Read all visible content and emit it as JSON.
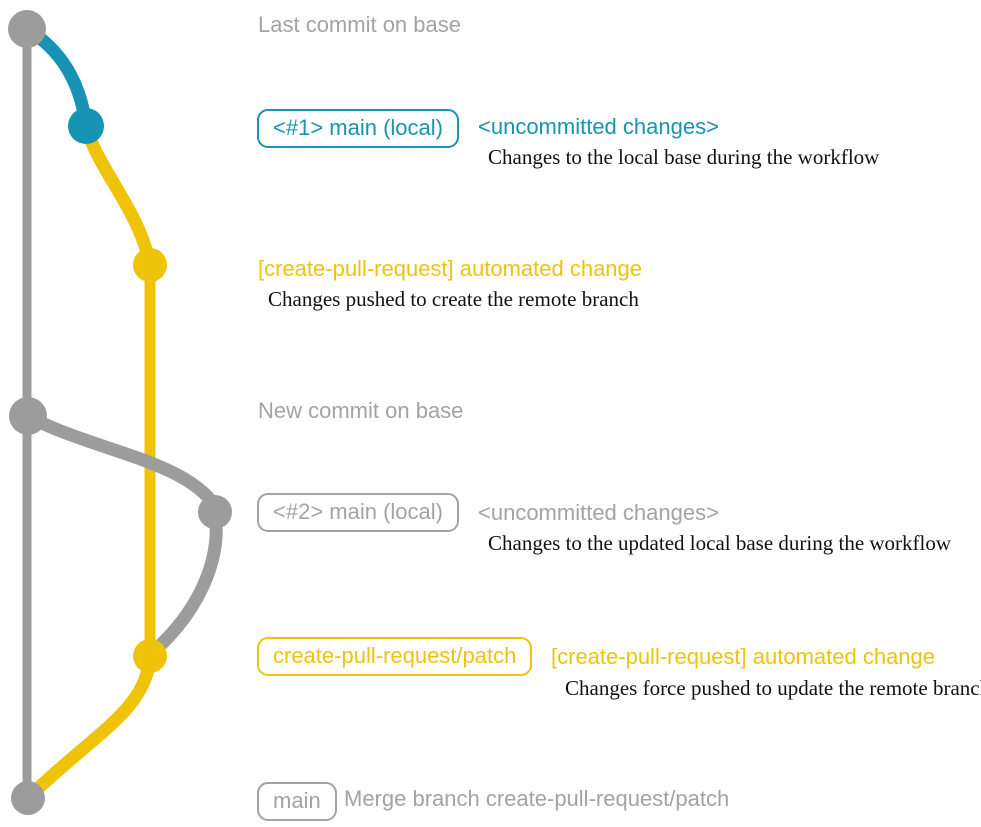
{
  "colors": {
    "teal": "#1793b5",
    "gold": "#f0c30b",
    "gray": "#9c9c9c",
    "gray-text": "#a3a3a3"
  },
  "annotations": {
    "last_commit_on_base": "Last commit on base",
    "new_commit_on_base": "New commit on base",
    "row1": {
      "branch_label": "<#1> main (local)",
      "status": "<uncommitted changes>",
      "caption": "Changes to the local base during the workflow"
    },
    "push1": {
      "label": "[create-pull-request] automated change",
      "caption": "Changes pushed to create the remote branch"
    },
    "row2": {
      "branch_label": "<#2> main (local)",
      "status": "<uncommitted changes>",
      "caption": "Changes to the updated local base during the workflow"
    },
    "push2": {
      "branch_label": "create-pull-request/patch",
      "label": "[create-pull-request] automated change",
      "caption": "Changes force pushed to update the remote branch"
    },
    "merge": {
      "branch_label": "main",
      "caption": "Merge branch create-pull-request/patch"
    }
  },
  "graph": {
    "commits": [
      {
        "name": "base-tip",
        "color": "gray",
        "annotation": "Last commit on base"
      },
      {
        "name": "local-1",
        "color": "teal",
        "annotation": "<#1> main (local) <uncommitted changes>"
      },
      {
        "name": "automated-change-1",
        "color": "gold",
        "annotation": "[create-pull-request] automated change"
      },
      {
        "name": "base-new-commit",
        "color": "gray",
        "annotation": "New commit on base"
      },
      {
        "name": "local-2",
        "color": "gray",
        "annotation": "<#2> main (local) <uncommitted changes>"
      },
      {
        "name": "automated-change-2",
        "color": "gold",
        "annotation": "create-pull-request/patch [create-pull-request] automated change"
      },
      {
        "name": "merge-commit",
        "color": "gray",
        "annotation": "main Merge branch create-pull-request/patch"
      }
    ],
    "edges": [
      {
        "from": "base-tip",
        "to": "base-new-commit",
        "color": "gray"
      },
      {
        "from": "base-tip",
        "to": "local-1",
        "color": "teal"
      },
      {
        "from": "local-1",
        "to": "automated-change-1",
        "color": "gold"
      },
      {
        "from": "automated-change-1",
        "to": "automated-change-2",
        "color": "gold"
      },
      {
        "from": "base-new-commit",
        "to": "local-2",
        "color": "gray"
      },
      {
        "from": "local-2",
        "to": "automated-change-2",
        "color": "gray"
      },
      {
        "from": "automated-change-2",
        "to": "merge-commit",
        "color": "gold"
      },
      {
        "from": "base-new-commit",
        "to": "merge-commit",
        "color": "gray"
      }
    ]
  }
}
